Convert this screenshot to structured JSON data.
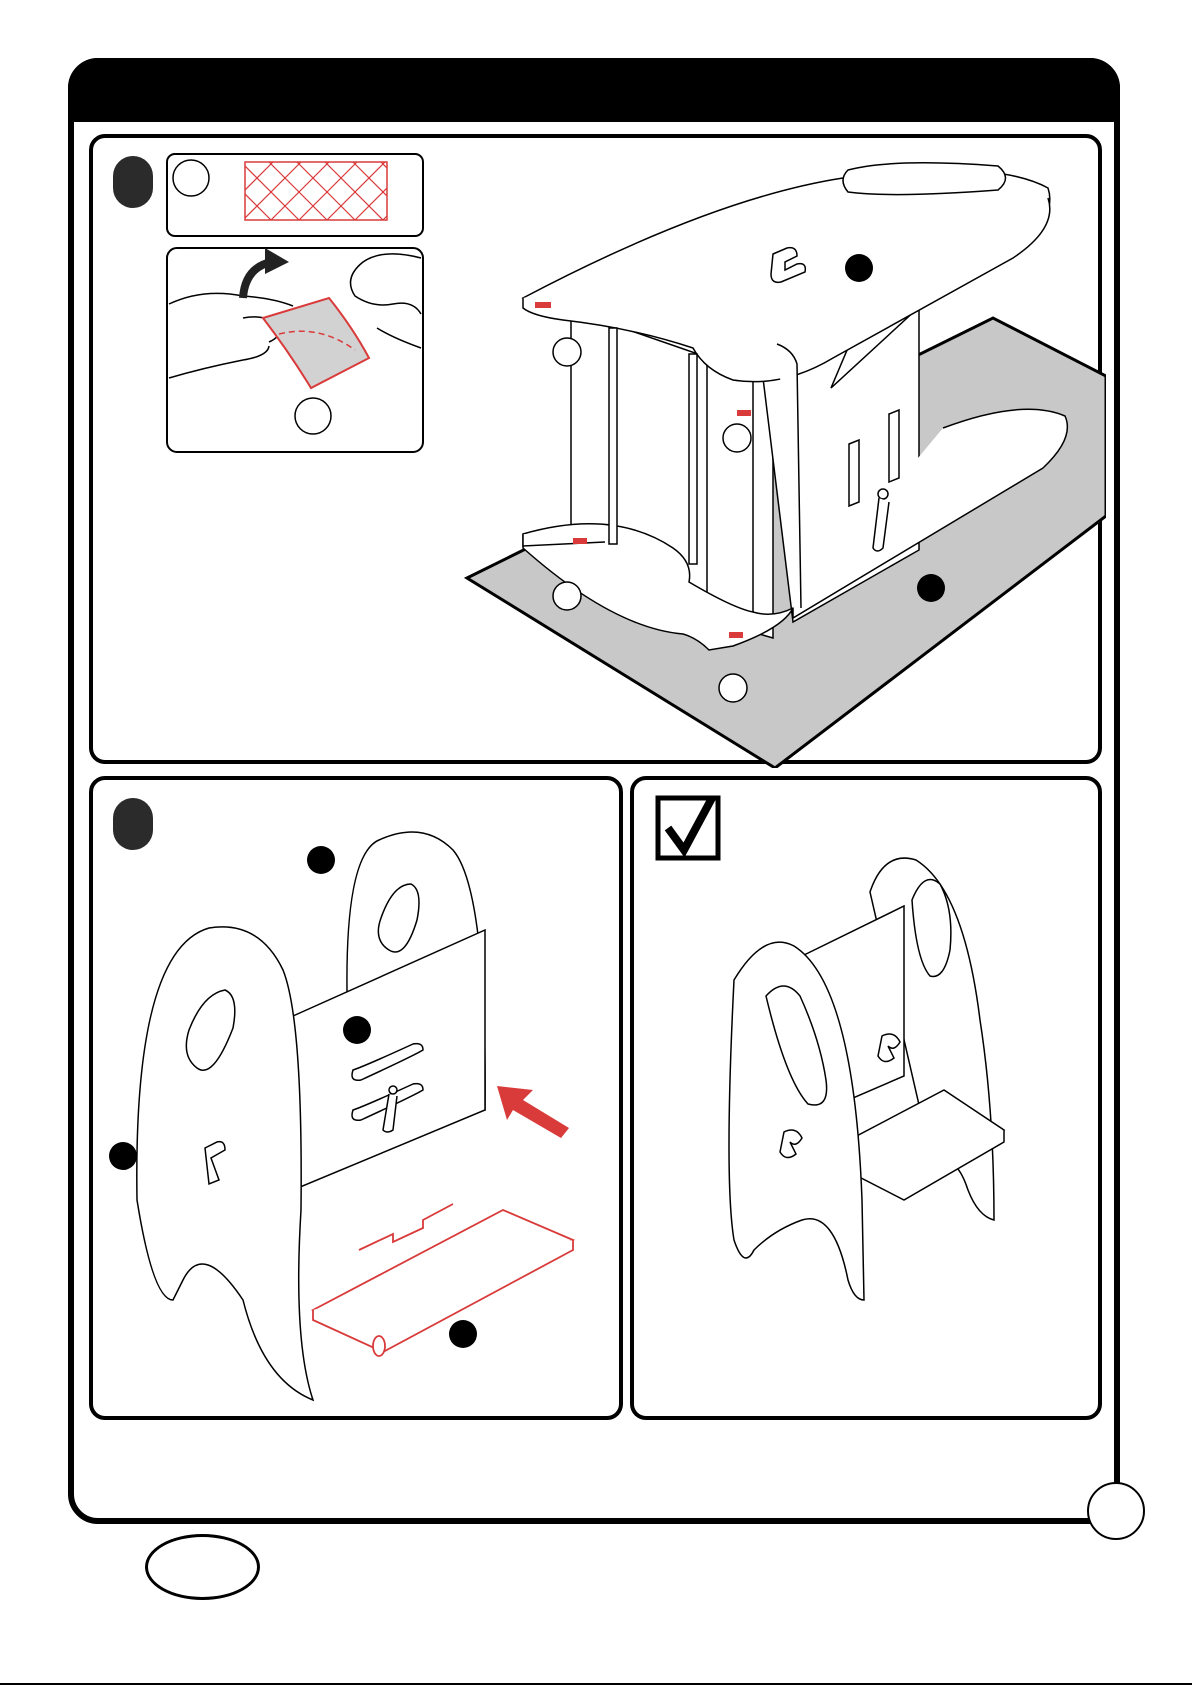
{
  "document": {
    "title": "",
    "steps": [
      {
        "id": "step-1",
        "number": "",
        "parts": [
          "",
          "",
          "",
          "",
          ""
        ]
      },
      {
        "id": "step-2",
        "number": ""
      }
    ],
    "completion_check": "check-mark",
    "page_number": ""
  },
  "colors": {
    "frame": "#000000",
    "accent_red": "#d93a3a",
    "floor_gray": "#c8c8c8",
    "step_dot": "#2b2b2b"
  },
  "icons": [
    "rotate-arrow-icon",
    "check-mark-icon",
    "push-arrow-icon",
    "protective-pad-icon"
  ]
}
